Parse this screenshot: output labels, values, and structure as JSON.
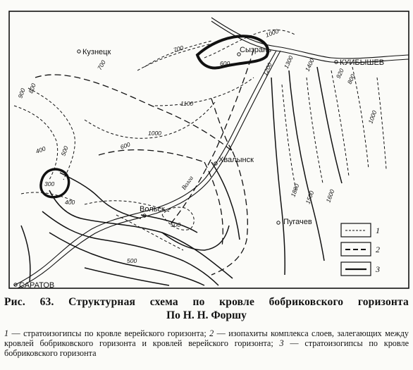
{
  "cities": {
    "kuznetsk": "Кузнецк",
    "syzran": "Сызрань",
    "kuibyshev": "КУИБЫШЕВ",
    "khvalynsk": "Хвалынск",
    "volsk": "Вольск",
    "pugachev": "Пугачев",
    "saratov": "САРАТОВ"
  },
  "river": "Волга",
  "isolines": {
    "i700": "700",
    "i1000a": "1000",
    "i600a": "600",
    "i1200": "1200",
    "i1300": "1300",
    "i1400": "1400",
    "i920": "920",
    "i800a": "800",
    "i1100": "1100",
    "i900a": "900",
    "i700b": "700",
    "i800b": "800",
    "i600b": "600",
    "i1000b": "1000",
    "i400a": "400",
    "i500a": "500",
    "i300": "300",
    "i400b": "400",
    "i500b": "500",
    "i500c": "500",
    "i1800": "1800",
    "i1500": "1500",
    "i1600": "1600",
    "i1000c": "1000"
  },
  "legend": {
    "n1": "1",
    "n2": "2",
    "n3": "3"
  },
  "caption": {
    "title": "Рис. 63. Структурная схема по кровле бобриковского горизонта",
    "subtitle": "По Н. Н. Форшу",
    "l1_num": "1",
    "l1_text": " — стратоизогипсы по кровле верейского горизонта; ",
    "l2_num": "2",
    "l2_text": " — изопахиты комплекса слоев, залегающих между кровлей бобриковского горизонта и кровлей верейского горизонта; ",
    "l3_num": "3",
    "l3_text": " — стратоизогипсы по кровле бобриковского горизонта"
  }
}
